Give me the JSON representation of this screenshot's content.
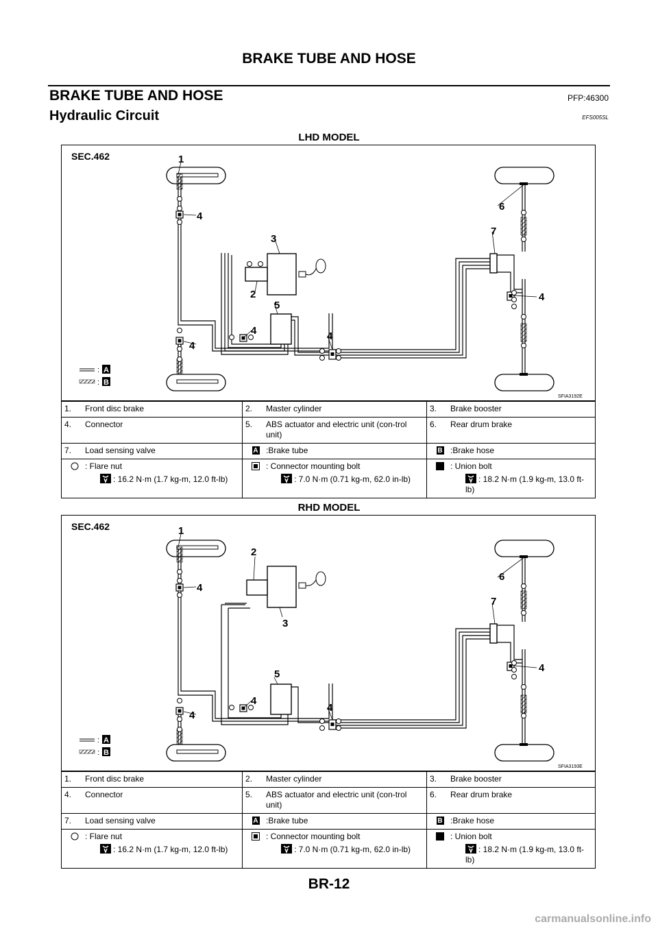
{
  "header": {
    "running_title": "BRAKE TUBE AND HOSE"
  },
  "section": {
    "title": "BRAKE TUBE AND HOSE",
    "pfp": "PFP:46300"
  },
  "subsection": {
    "title": "Hydraulic Circuit",
    "code": "EFS005SL"
  },
  "figures": [
    {
      "model": "LHD MODEL",
      "sec": "SEC.462",
      "fig_id": "SFIA3192E",
      "callouts": [
        "1",
        "2",
        "3",
        "4",
        "4",
        "4",
        "4",
        "5",
        "6",
        "7"
      ],
      "legend_tube_sym": "A",
      "legend_hose_sym": "B"
    },
    {
      "model": "RHD MODEL",
      "sec": "SEC.462",
      "fig_id": "SFIA3193E",
      "callouts": [
        "1",
        "2",
        "3",
        "4",
        "4",
        "4",
        "4",
        "5",
        "6",
        "7"
      ],
      "legend_tube_sym": "A",
      "legend_hose_sym": "B"
    }
  ],
  "legend": {
    "items": [
      {
        "num": "1.",
        "text": "Front disc brake"
      },
      {
        "num": "2.",
        "text": "Master cylinder"
      },
      {
        "num": "3.",
        "text": "Brake booster"
      },
      {
        "num": "4.",
        "text": "Connector"
      },
      {
        "num": "5.",
        "text": "ABS actuator and electric unit (con-trol unit)"
      },
      {
        "num": "6.",
        "text": "Rear drum brake"
      },
      {
        "num": "7.",
        "text": "Load sensing valve"
      }
    ],
    "brake_tube": {
      "sym": "A",
      "text": ":Brake tube"
    },
    "brake_hose": {
      "sym": "B",
      "text": ":Brake hose"
    },
    "flare_nut": {
      "text": ": Flare nut",
      "torque": ": 16.2 N·m (1.7 kg-m, 12.0 ft-lb)"
    },
    "connector_bolt": {
      "text": ": Connector mounting bolt",
      "torque": ": 7.0 N·m (0.71 kg-m, 62.0 in-lb)"
    },
    "union_bolt": {
      "text": ": Union bolt",
      "torque": ": 18.2 N·m (1.9 kg-m, 13.0 ft-lb)"
    }
  },
  "footer": {
    "page_number": "BR-12",
    "watermark": "carmanualsonline.info"
  }
}
